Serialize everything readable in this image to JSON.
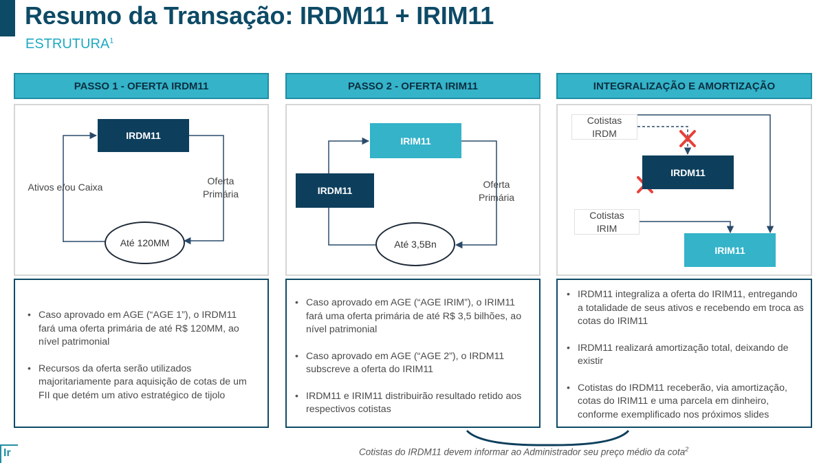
{
  "header": {
    "title": "Resumo da Transação: IRDM11 + IRIM11",
    "subtitle": "ESTRUTURA",
    "subtitle_sup": "1"
  },
  "columns": [
    {
      "header": "PASSO 1  - OFERTA IRDM11",
      "diagram": {
        "top_node": "IRDM11",
        "left_label": "Ativos e/ou Caixa",
        "right_label_1": "Oferta",
        "right_label_2": "Primária",
        "ellipse": "Até 120MM"
      },
      "bullets": [
        "Caso aprovado em AGE (“AGE 1”), o IRDM11 fará uma oferta primária de até R$ 120MM, ao nível patrimonial",
        "Recursos da oferta serão utilizados majoritariamente para aquisição de cotas de um FII que detém um ativo estratégico de tijolo"
      ]
    },
    {
      "header": "PASSO 2  - OFERTA IRIM11",
      "diagram": {
        "top_node": "IRIM11",
        "left_node": "IRDM11",
        "right_label_1": "Oferta",
        "right_label_2": "Primária",
        "ellipse": "Até 3,5Bn"
      },
      "bullets": [
        "Caso aprovado em AGE (“AGE IRIM”), o IRIM11 fará uma oferta primária de até R$ 3,5 bilhões, ao nível patrimonial",
        "Caso aprovado em AGE (“AGE 2”), o IRDM11 subscreve a oferta do IRIM11",
        "IRDM11 e IRIM11 distribuirão resultado retido aos respectivos cotistas"
      ]
    },
    {
      "header": "INTEGRALIZAÇÃO E AMORTIZAÇÃO",
      "diagram": {
        "cotistas_irdm_1": "Cotistas",
        "cotistas_irdm_2": "IRDM",
        "irdm_node": "IRDM11",
        "cotistas_irim_1": "Cotistas",
        "cotistas_irim_2": "IRIM",
        "irim_node": "IRIM11"
      },
      "bullets": [
        "IRDM11 integraliza a oferta do IRIM11, entregando a totalidade de seus ativos e recebendo em troca as cotas do IRIM11",
        "IRDM11 realizará amortização total, deixando de existir",
        "Cotistas do IRDM11 receberão, via amortização, cotas do IRIM11 e uma parcela em dinheiro, conforme exemplificado nos próximos slides"
      ]
    }
  ],
  "footnote": {
    "text": "Cotistas do IRDM11 devem informar ao Administrador seu preço médio da cota",
    "sup": "2"
  },
  "logo": {
    "text": "Ir"
  },
  "colors": {
    "dark_blue": "#0d3f5c",
    "teal": "#34b3c9",
    "cross_red": "#e8403a"
  }
}
